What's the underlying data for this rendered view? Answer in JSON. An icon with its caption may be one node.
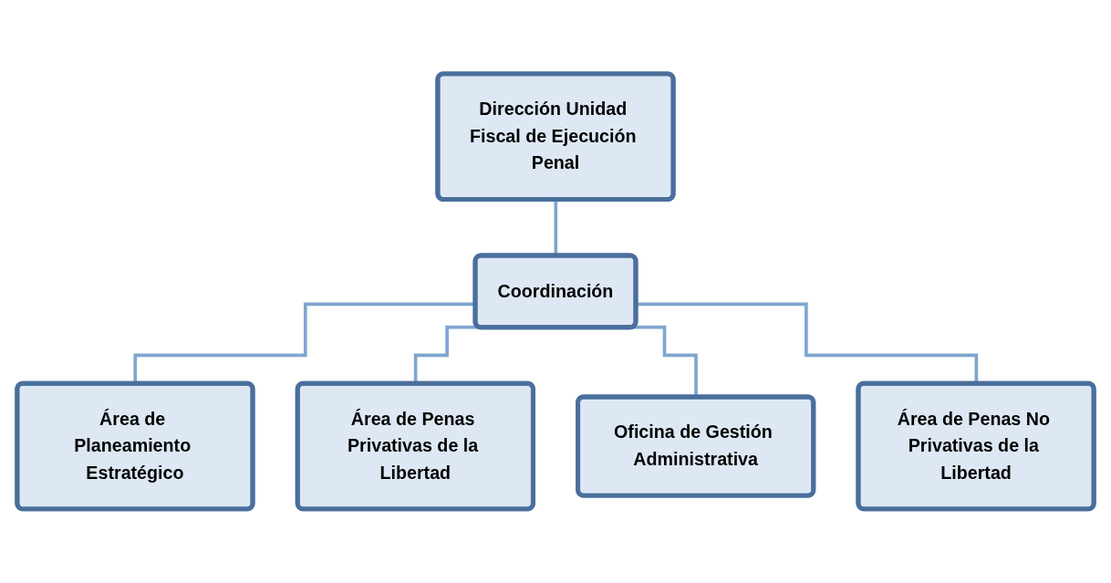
{
  "diagram": {
    "nodes": [
      {
        "text": [
          "Dirección Unidad Fiscal de Ejecución Penal"
        ]
      },
      {
        "text": [
          "Coordinación"
        ]
      },
      {
        "text": [
          "Área de Planeamiento Estratégico"
        ]
      },
      {
        "text": [
          "Área de Penas Privativas de la Libertad"
        ]
      },
      {
        "text": [
          "Oficina de Gestión Administrativa"
        ]
      },
      {
        "text": [
          "Área de Penas No Privativas de la Libertad"
        ]
      }
    ],
    "edges": [
      {
        "from": 0,
        "to": 1,
        "arrow": "none"
      },
      {
        "from": 1,
        "to": 2,
        "arrow": "none"
      },
      {
        "from": 1,
        "to": 3,
        "arrow": "none"
      },
      {
        "from": 1,
        "to": 4,
        "arrow": "none"
      },
      {
        "from": 1,
        "to": 5,
        "arrow": "none"
      }
    ]
  }
}
